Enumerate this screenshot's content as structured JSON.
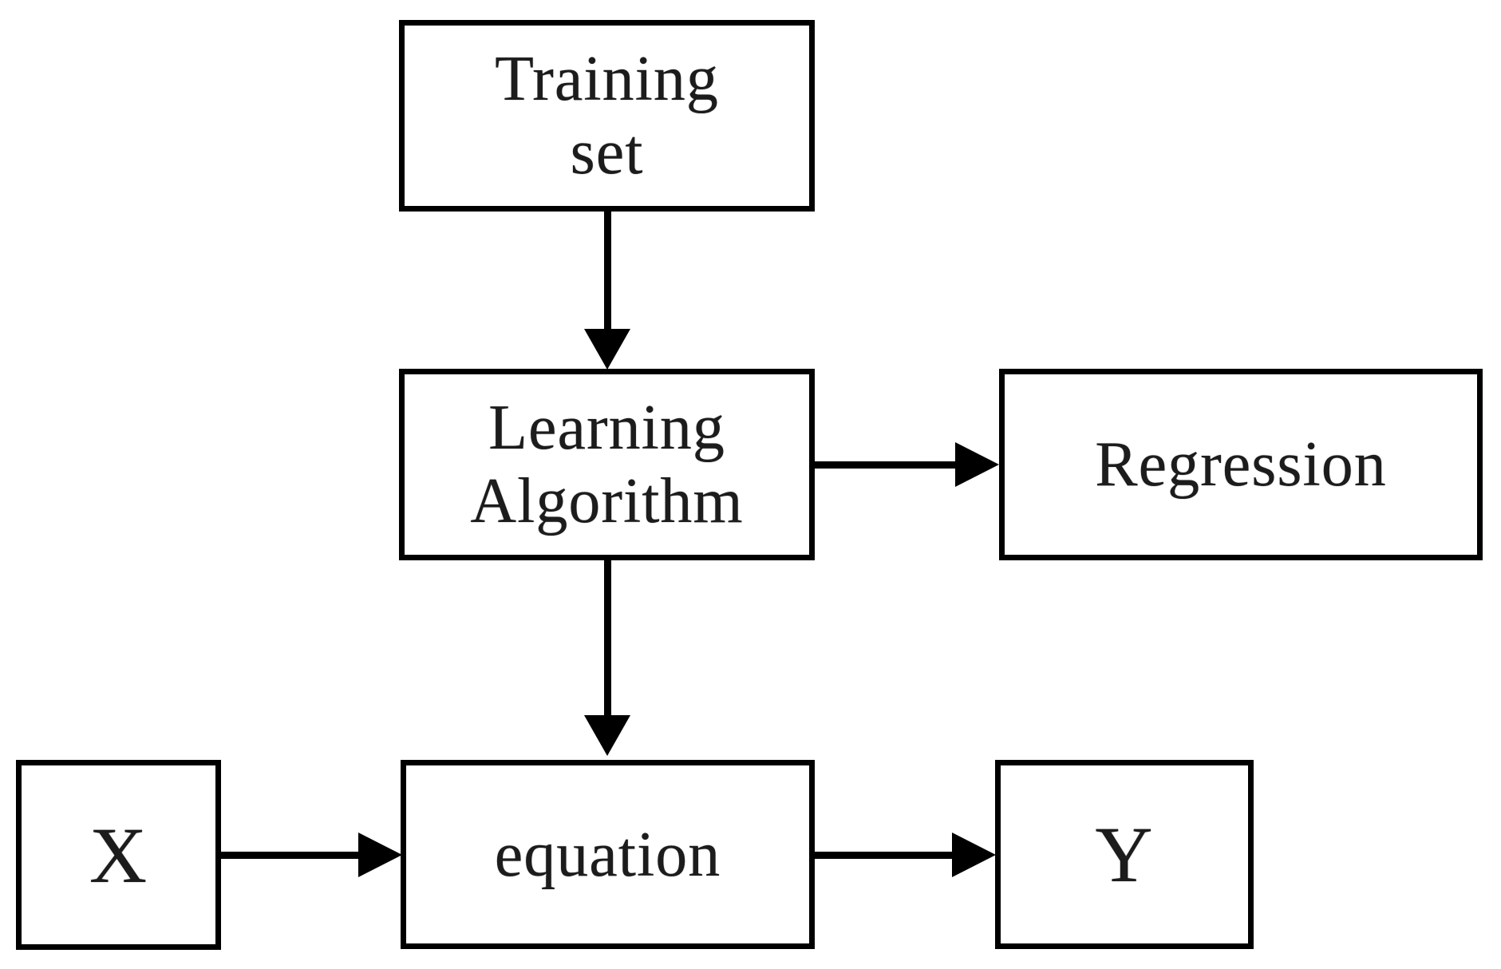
{
  "diagram": {
    "nodes": {
      "training_set": {
        "line1": "Training",
        "line2": "set"
      },
      "learning_algorithm": {
        "line1": "Learning",
        "line2": "Algorithm"
      },
      "regression": {
        "label": "Regression"
      },
      "input_x": {
        "label": "X"
      },
      "equation": {
        "label": "equation"
      },
      "output_y": {
        "label": "Y"
      }
    },
    "edges": [
      {
        "from": "training_set",
        "to": "learning_algorithm",
        "direction": "down"
      },
      {
        "from": "learning_algorithm",
        "to": "regression",
        "direction": "right"
      },
      {
        "from": "learning_algorithm",
        "to": "equation",
        "direction": "down"
      },
      {
        "from": "input_x",
        "to": "equation",
        "direction": "right"
      },
      {
        "from": "equation",
        "to": "output_y",
        "direction": "right"
      }
    ],
    "colors": {
      "background": "#ffffff",
      "border": "#000000",
      "arrow": "#000000",
      "text": "#1c1c1c"
    }
  }
}
